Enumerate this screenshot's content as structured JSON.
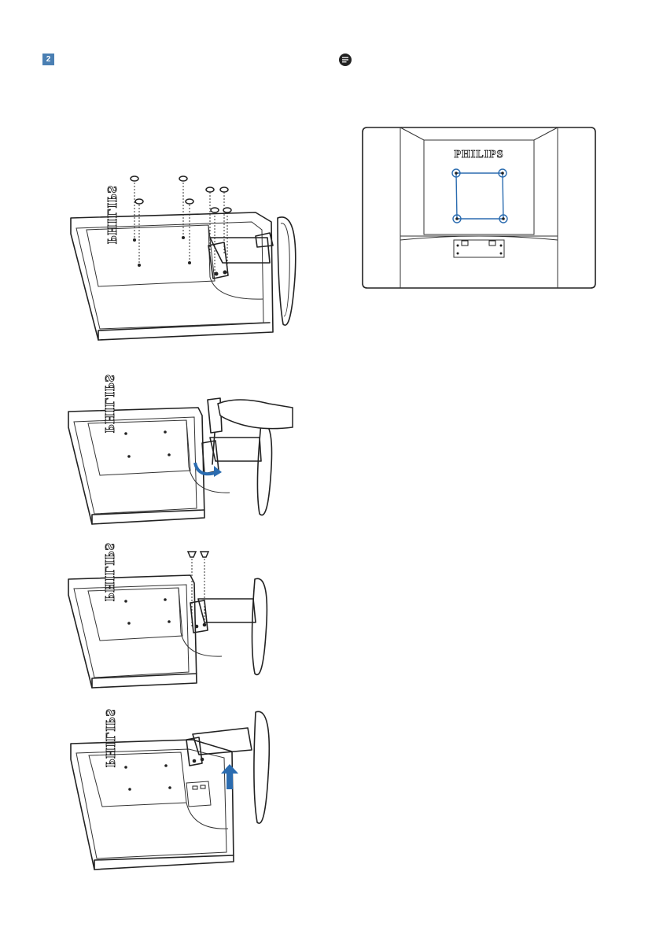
{
  "step": {
    "number": "2"
  },
  "icons": {
    "step": "step-number-badge",
    "note": "note-icon"
  },
  "brand": {
    "logo_text": "PHILIPS"
  },
  "colors": {
    "accent": "#4a7fb3",
    "highlight": "#2b6cb0",
    "line": "#222222"
  }
}
